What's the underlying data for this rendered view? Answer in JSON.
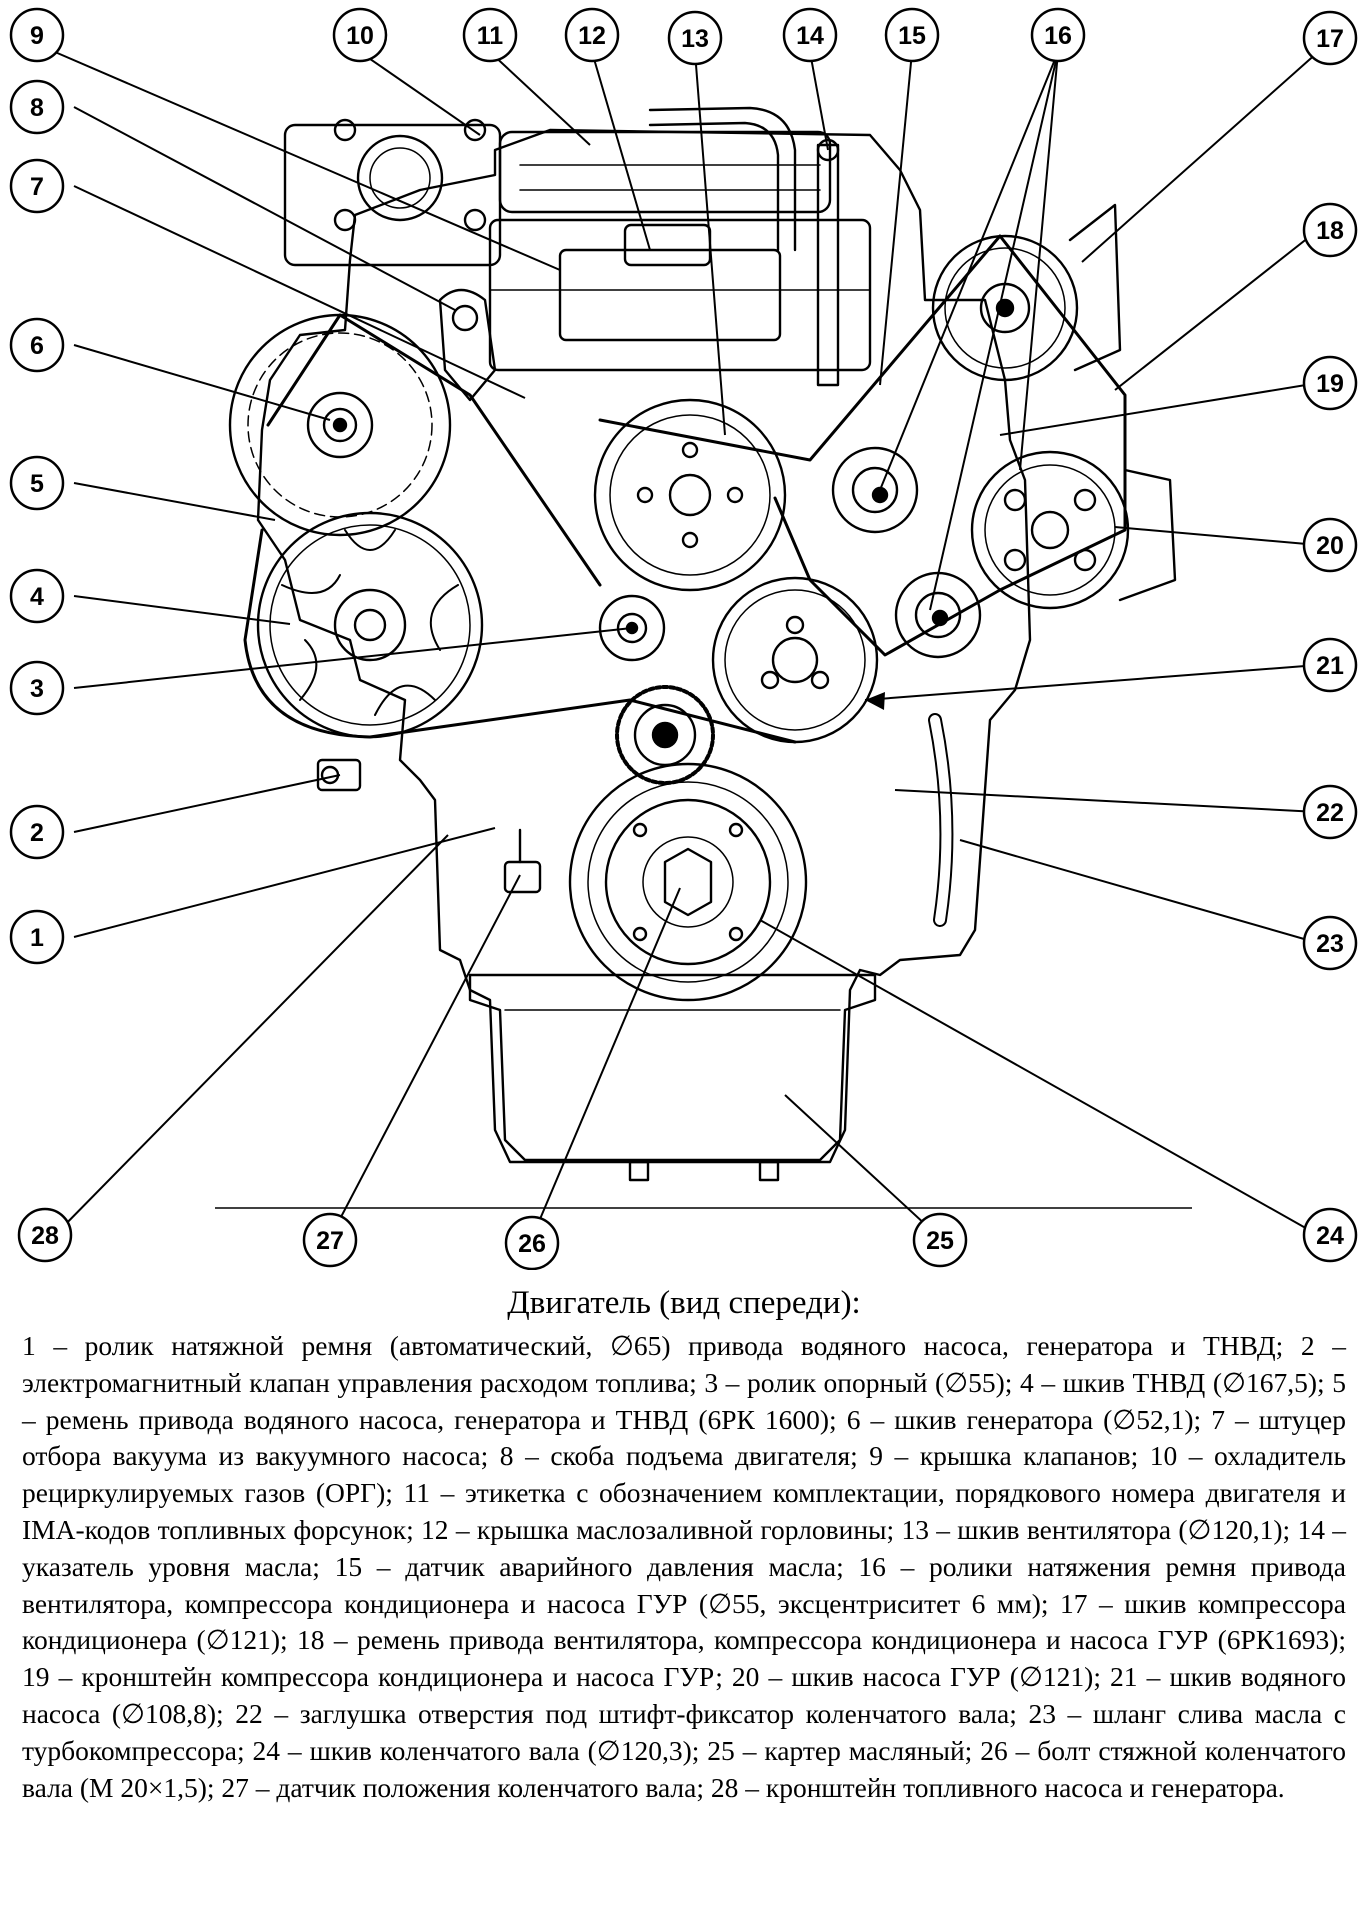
{
  "callouts": [
    {
      "num": "1"
    },
    {
      "num": "2"
    },
    {
      "num": "3"
    },
    {
      "num": "4"
    },
    {
      "num": "5"
    },
    {
      "num": "6"
    },
    {
      "num": "7"
    },
    {
      "num": "8"
    },
    {
      "num": "9"
    },
    {
      "num": "10"
    },
    {
      "num": "11"
    },
    {
      "num": "12"
    },
    {
      "num": "13"
    },
    {
      "num": "14"
    },
    {
      "num": "15"
    },
    {
      "num": "16"
    },
    {
      "num": "17"
    },
    {
      "num": "18"
    },
    {
      "num": "19"
    },
    {
      "num": "20"
    },
    {
      "num": "21"
    },
    {
      "num": "22"
    },
    {
      "num": "23"
    },
    {
      "num": "24"
    },
    {
      "num": "25"
    },
    {
      "num": "26"
    },
    {
      "num": "27"
    },
    {
      "num": "28"
    }
  ],
  "caption": {
    "title": "Двигатель (вид спереди):",
    "legend": "1 – ролик натяжной ремня (автоматический, ∅65) привода водяного насоса, генератора и ТНВД; 2 – электромагнитный клапан управления расходом топлива; 3 – ролик опорный (∅55); 4 – шкив ТНВД (∅167,5); 5 – ремень привода водяного насоса, генератора и ТНВД (6РК 1600); 6 – шкив генератора (∅52,1); 7 – штуцер отбора вакуума из вакуумного насоса; 8 – скоба подъема двигателя; 9 – крышка клапанов; 10 – охладитель рециркулируемых газов (ОРГ); 11 – этикетка с обозначением комплектации, порядкового номера двигателя и IMA-кодов топливных форсунок; 12 – крышка маслозаливной горловины; 13 – шкив вентилятора (∅120,1); 14 – указатель уровня масла; 15 – датчик аварийного давления масла; 16 – ролики натяжения ремня привода вентилятора, компрессора кондиционера и насоса ГУР (∅55, эксцентриситет 6 мм); 17 – шкив компрессора кондиционера (∅121); 18 – ремень привода вентилятора, компрессора кондиционера и насоса ГУР (6РК1693); 19 – кронштейн компрессора кондиционера и насоса ГУР; 20 – шкив насоса ГУР (∅121); 21 – шкив водяного насоса (∅108,8); 22 – заглушка отверстия под штифт-фиксатор коленчатого вала; 23 – шланг слива масла с турбокомпрессора; 24 – шкив коленчатого вала (∅120,3); 25 – картер масляный; 26 – болт стяжной коленчатого вала (М 20×1,5); 27 – датчик положения коленчатого вала; 28 – кронштейн топливного насоса и генератора."
  }
}
